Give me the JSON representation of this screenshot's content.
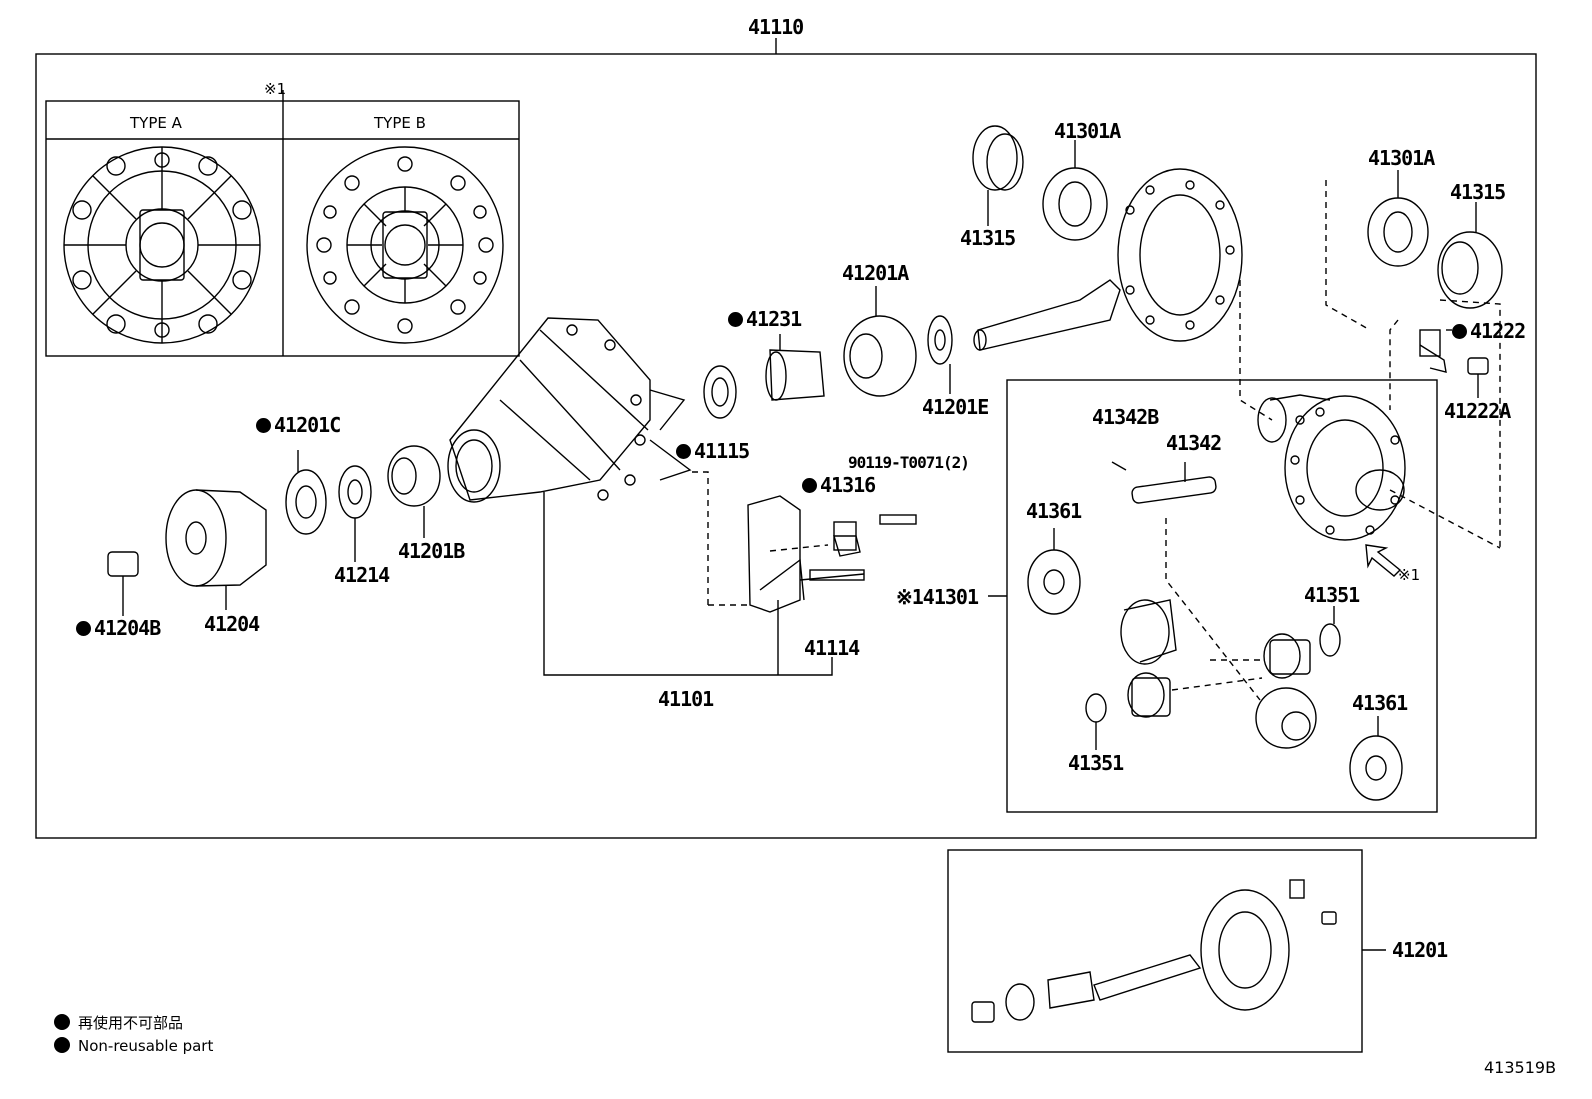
{
  "labels": {
    "l41110": "41110",
    "type_mark": "※1",
    "type_a": "TYPE A",
    "type_b": "TYPE B",
    "l41301A_1": "41301A",
    "l41315_1": "41315",
    "l41201A": "41201A",
    "l41231": "41231",
    "l41201E": "41201E",
    "l41301A_2": "41301A",
    "l41315_2": "41315",
    "l41222": "41222",
    "l41222A": "41222A",
    "l41201C": "41201C",
    "l41115": "41115",
    "l90119": "90119-T0071(2)",
    "l41316": "41316",
    "l41342B": "41342B",
    "l41342": "41342",
    "l41361_1": "41361",
    "l41301": "※141301",
    "ref_mark": "※1",
    "l41351_1": "41351",
    "l41351_2": "41351",
    "l41361_2": "41361",
    "l41201B": "41201B",
    "l41214": "41214",
    "l41204": "41204",
    "l41204B": "41204B",
    "l41114": "41114",
    "l41101": "41101",
    "l41201": "41201"
  },
  "legend": {
    "jp": "再使用不可部品",
    "en": "Non-reusable part"
  },
  "diagram_code": "413519B"
}
